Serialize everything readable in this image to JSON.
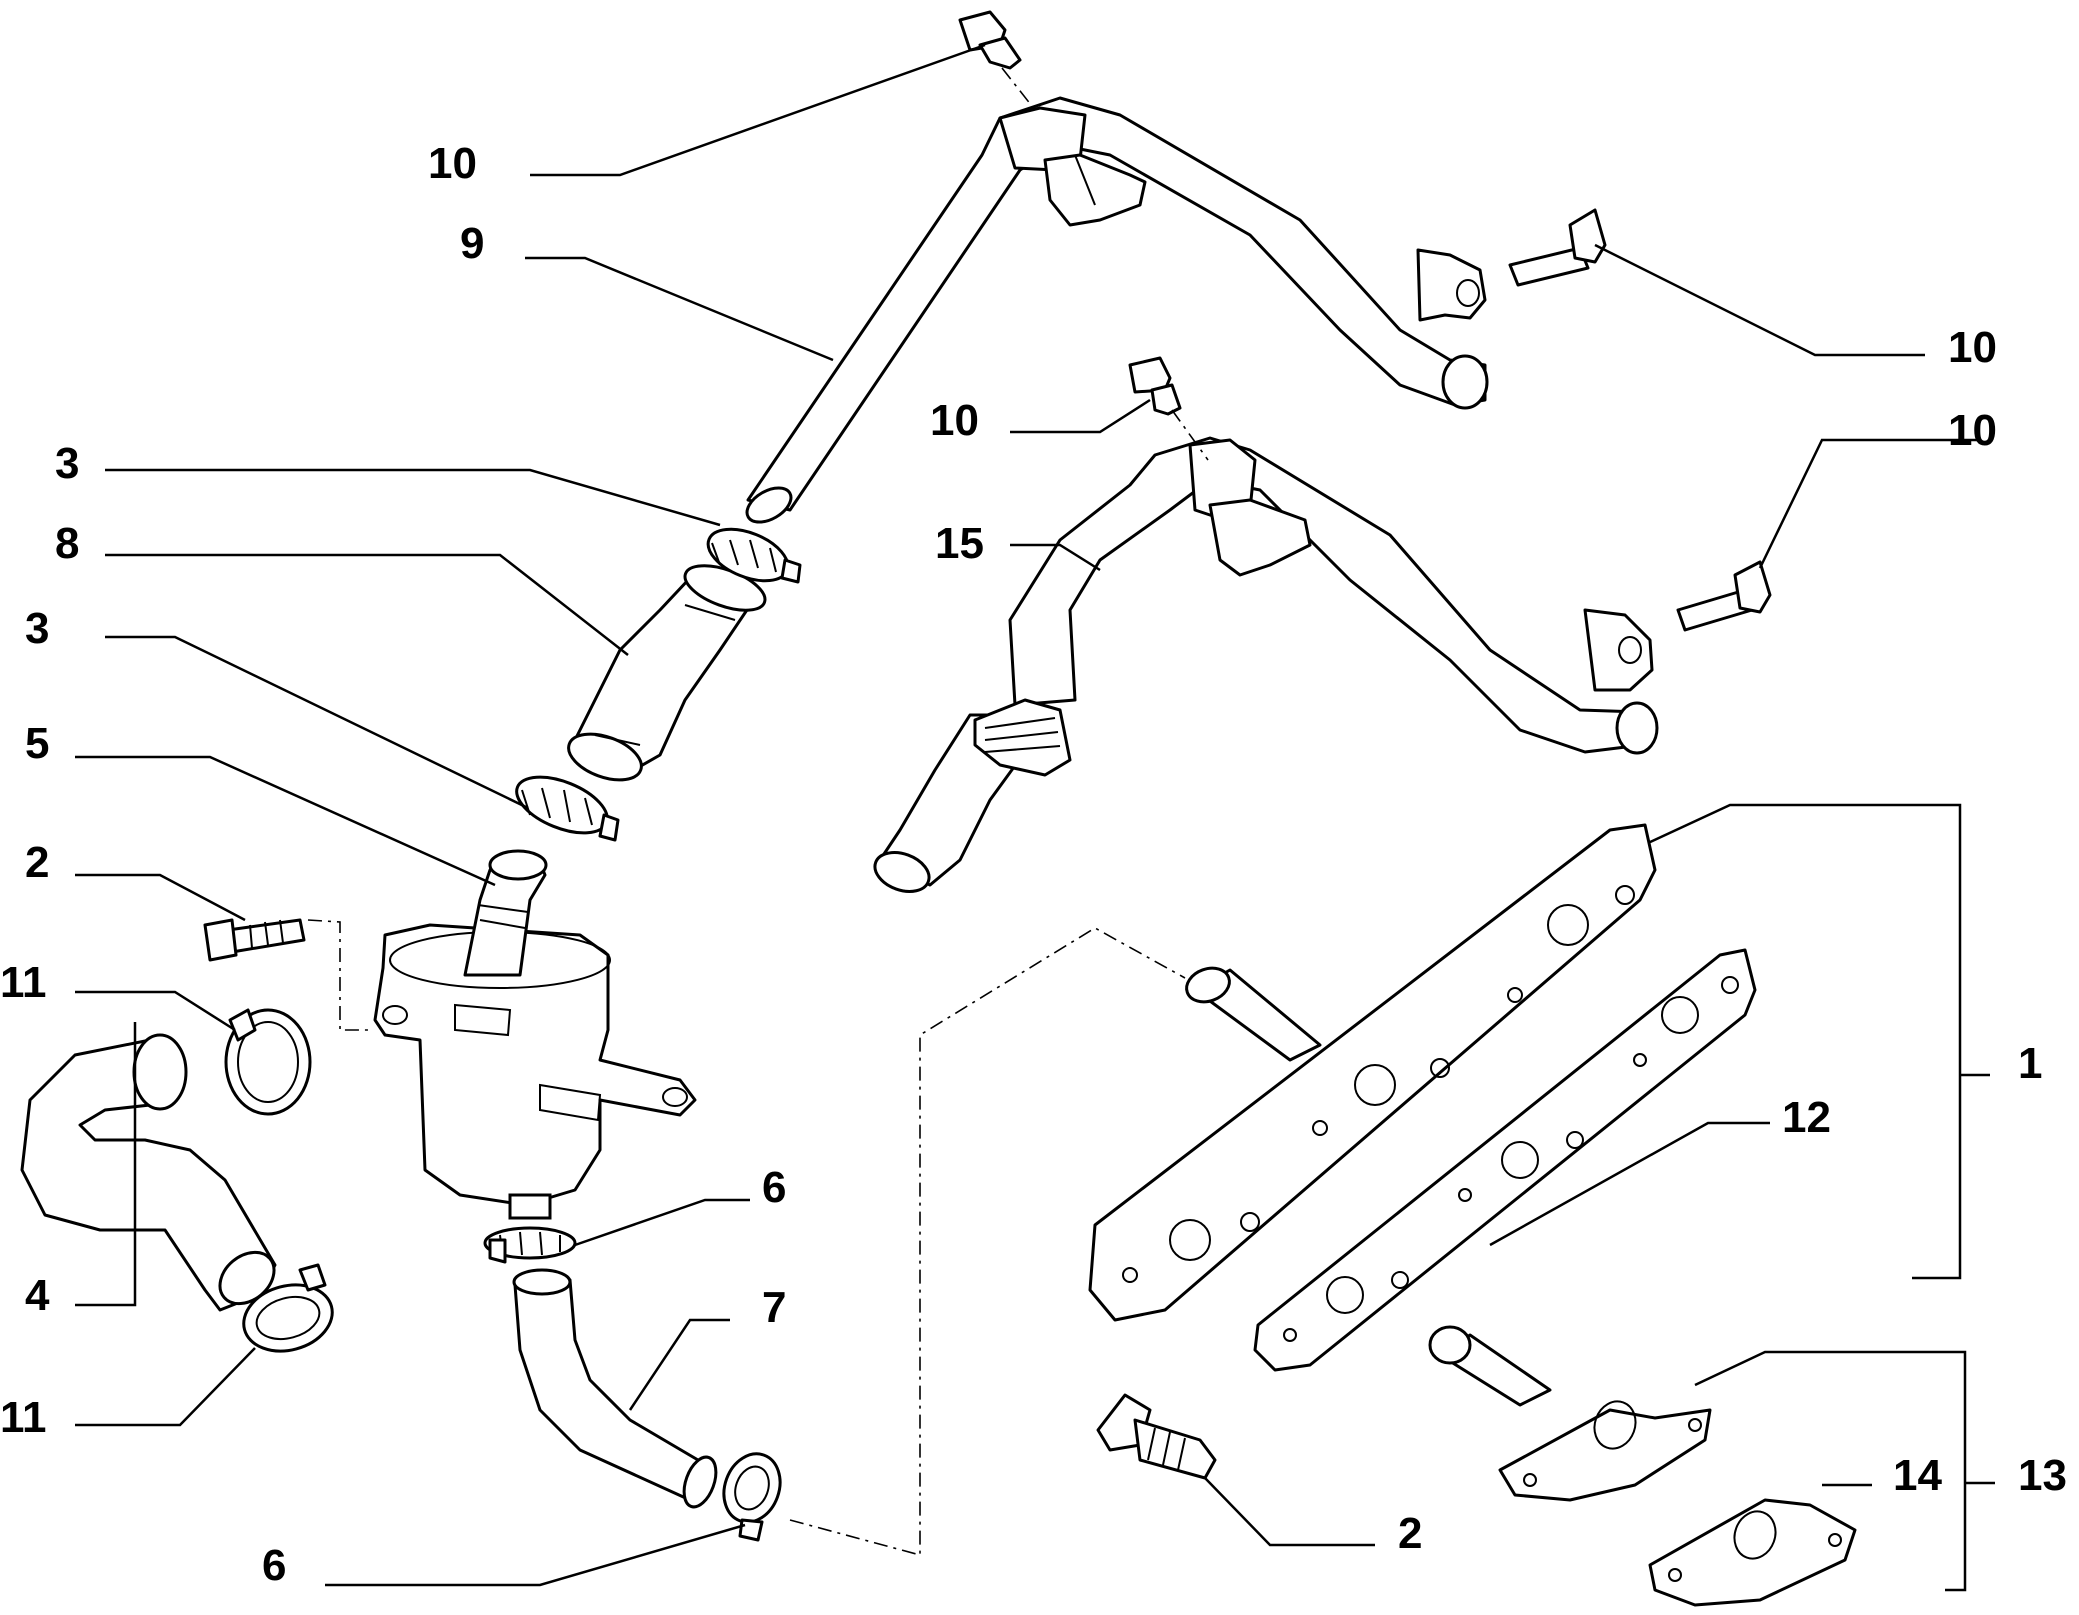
{
  "callouts": {
    "c10_top": "10",
    "c9": "9",
    "c10_right_upper": "10",
    "c10_mid": "10",
    "c10_right_lower": "10",
    "c15": "15",
    "c3_upper": "3",
    "c8": "8",
    "c3_lower": "3",
    "c5": "5",
    "c2_left": "2",
    "c11_upper": "11",
    "c1": "1",
    "c12": "12",
    "c4": "4",
    "c6_upper": "6",
    "c7": "7",
    "c11_lower": "11",
    "c14": "14",
    "c13": "13",
    "c2_bottom": "2",
    "c6_lower": "6"
  }
}
